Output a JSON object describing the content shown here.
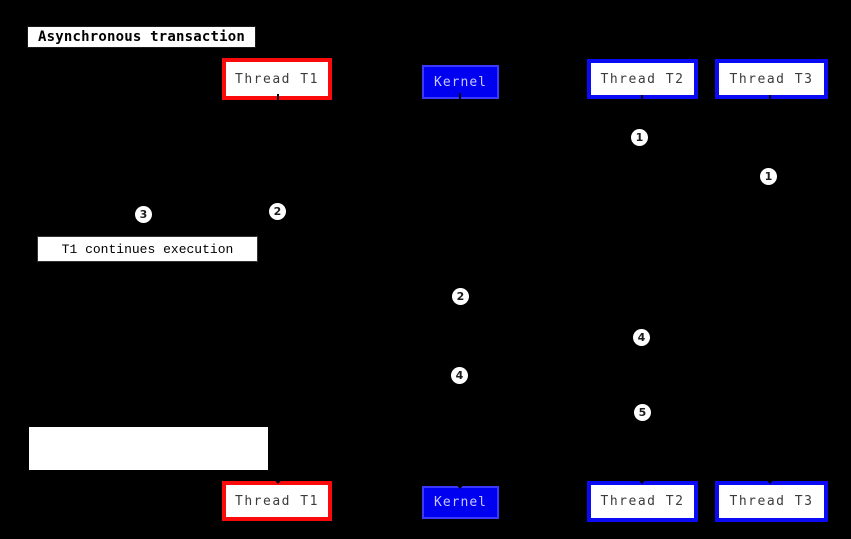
{
  "diagram": {
    "title": "Asynchronous transaction",
    "entities": [
      {
        "label": "Thread T1",
        "style": "red-border"
      },
      {
        "label": "Kernel",
        "style": "blue-filled"
      },
      {
        "label": "Thread T2",
        "style": "blue-border"
      },
      {
        "label": "Thread T3",
        "style": "blue-border"
      }
    ],
    "notes": {
      "t1_continues": "T1 continues execution",
      "blank": ""
    },
    "markers": [
      {
        "label": "1",
        "lifeline": "Thread T2"
      },
      {
        "label": "1",
        "lifeline": "Thread T3"
      },
      {
        "label": "2",
        "lifeline": "Thread T1"
      },
      {
        "label": "3",
        "lifeline": "note"
      },
      {
        "label": "2",
        "lifeline": "Kernel"
      },
      {
        "label": "4",
        "lifeline": "Thread T2"
      },
      {
        "label": "4",
        "lifeline": "Kernel"
      },
      {
        "label": "5",
        "lifeline": "Thread T2"
      }
    ],
    "colors": {
      "background": "#000000",
      "box_fill": "#ffffff",
      "box_text": "#3c3c3c",
      "thread_t1_border": "#fa0a0a",
      "thread_t2_t3_border": "#0a0af5",
      "kernel_fill": "#0000f0",
      "kernel_text": "#c8c8ff"
    }
  }
}
